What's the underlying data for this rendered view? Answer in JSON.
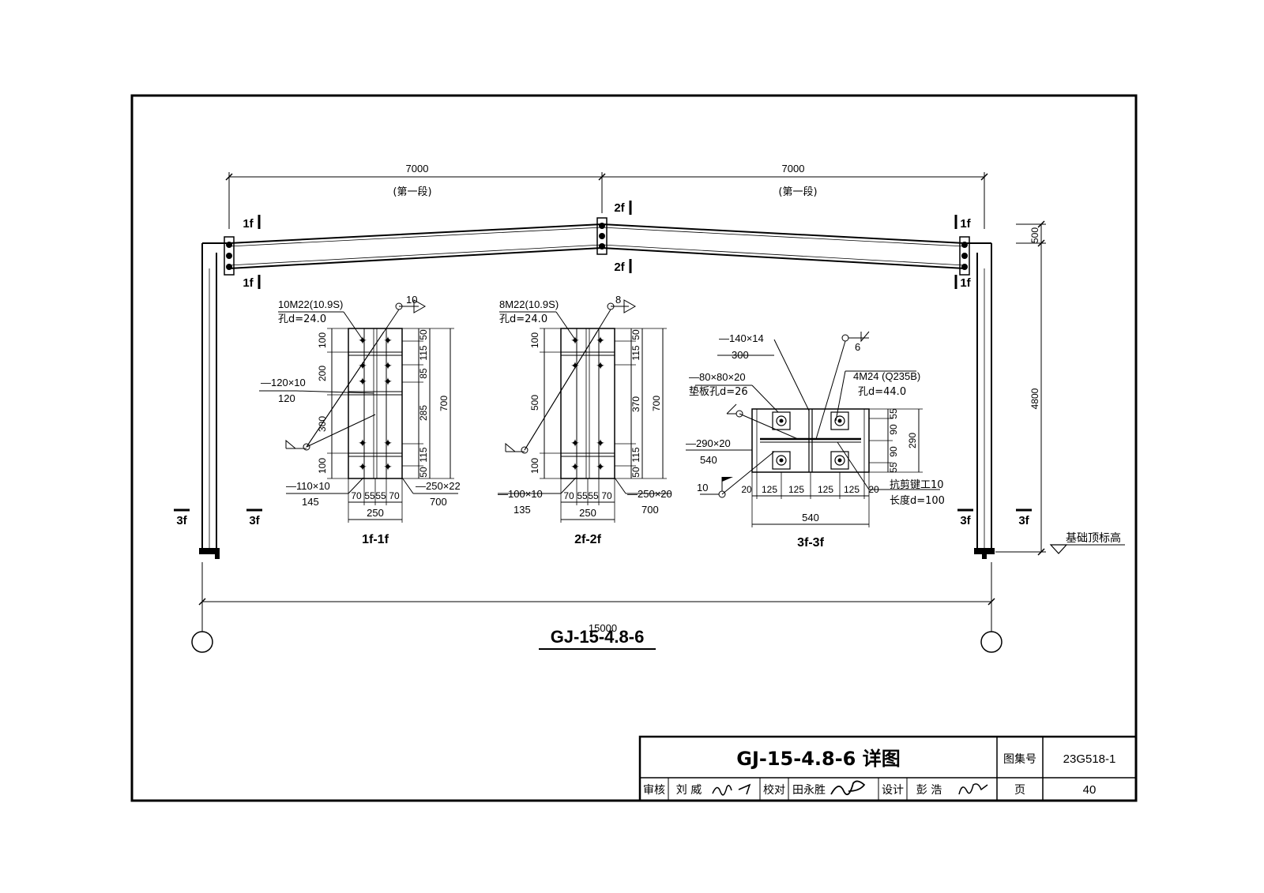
{
  "frame": {
    "dims": {
      "span_left": "7000",
      "span_right": "7000",
      "total": "15000",
      "height": "4800",
      "rise": "500"
    },
    "segments": {
      "left": "(第一段)",
      "right": "(第一段)"
    },
    "marks": {
      "m1f": "1f",
      "m2f": "2f",
      "m3f": "3f"
    },
    "foundation_label": "基础顶标高",
    "title": "GJ-15-4.8-6"
  },
  "detail_1f": {
    "title": "1f-1f",
    "bolt_spec": "10M22(10.9S)",
    "hole": "孔d=24.0",
    "weld_size": "10",
    "stiffener": "—120×10",
    "stiffener_w": "120",
    "plate_small": "—110×10",
    "plate_small_w": "145",
    "end_plate": "—250×22",
    "end_plate_l": "700",
    "left_dims": [
      "100",
      "200",
      "300",
      "100"
    ],
    "right_dims": [
      "50",
      "115",
      "85",
      "285",
      "115",
      "50"
    ],
    "total_h": "700",
    "bottom_dims": [
      "70",
      "55",
      "55",
      "70"
    ],
    "width": "250"
  },
  "detail_2f": {
    "title": "2f-2f",
    "bolt_spec": "8M22(10.9S)",
    "hole": "孔d=24.0",
    "weld_size": "8",
    "plate_small": "—100×10",
    "plate_small_w": "135",
    "end_plate": "—250×20",
    "end_plate_l": "700",
    "left_dims": [
      "100",
      "500",
      "100"
    ],
    "right_dims": [
      "50",
      "115",
      "370",
      "115",
      "50"
    ],
    "total_h": "700",
    "bottom_dims": [
      "70",
      "55",
      "55",
      "70"
    ],
    "width": "250"
  },
  "detail_3f": {
    "title": "3f-3f",
    "stiffener": "—140×14",
    "stiffener_l": "300",
    "washer": "—80×80×20",
    "washer_hole": "垫板孔d=26",
    "weld_size": "6",
    "anchor": "4M24 (Q235B)",
    "anchor_hole": "孔d=44.0",
    "base_plate": "—290×20",
    "base_plate_l": "540",
    "weld_size_2": "10",
    "right_dims": [
      "55",
      "90",
      "90",
      "55"
    ],
    "total_h": "290",
    "bottom_dims": [
      "20",
      "125",
      "125",
      "125",
      "125",
      "20"
    ],
    "width": "540",
    "shear_key": "抗剪键工10",
    "shear_len": "长度d=100"
  },
  "title_block": {
    "title": "GJ-15-4.8-6 详图",
    "atlas_label": "图集号",
    "atlas_no": "23G518-1",
    "page_label": "页",
    "page_no": "40",
    "review_label": "审核",
    "reviewer": "刘 威",
    "check_label": "校对",
    "checker": "田永胜",
    "design_label": "设计",
    "designer": "彭 浩"
  }
}
